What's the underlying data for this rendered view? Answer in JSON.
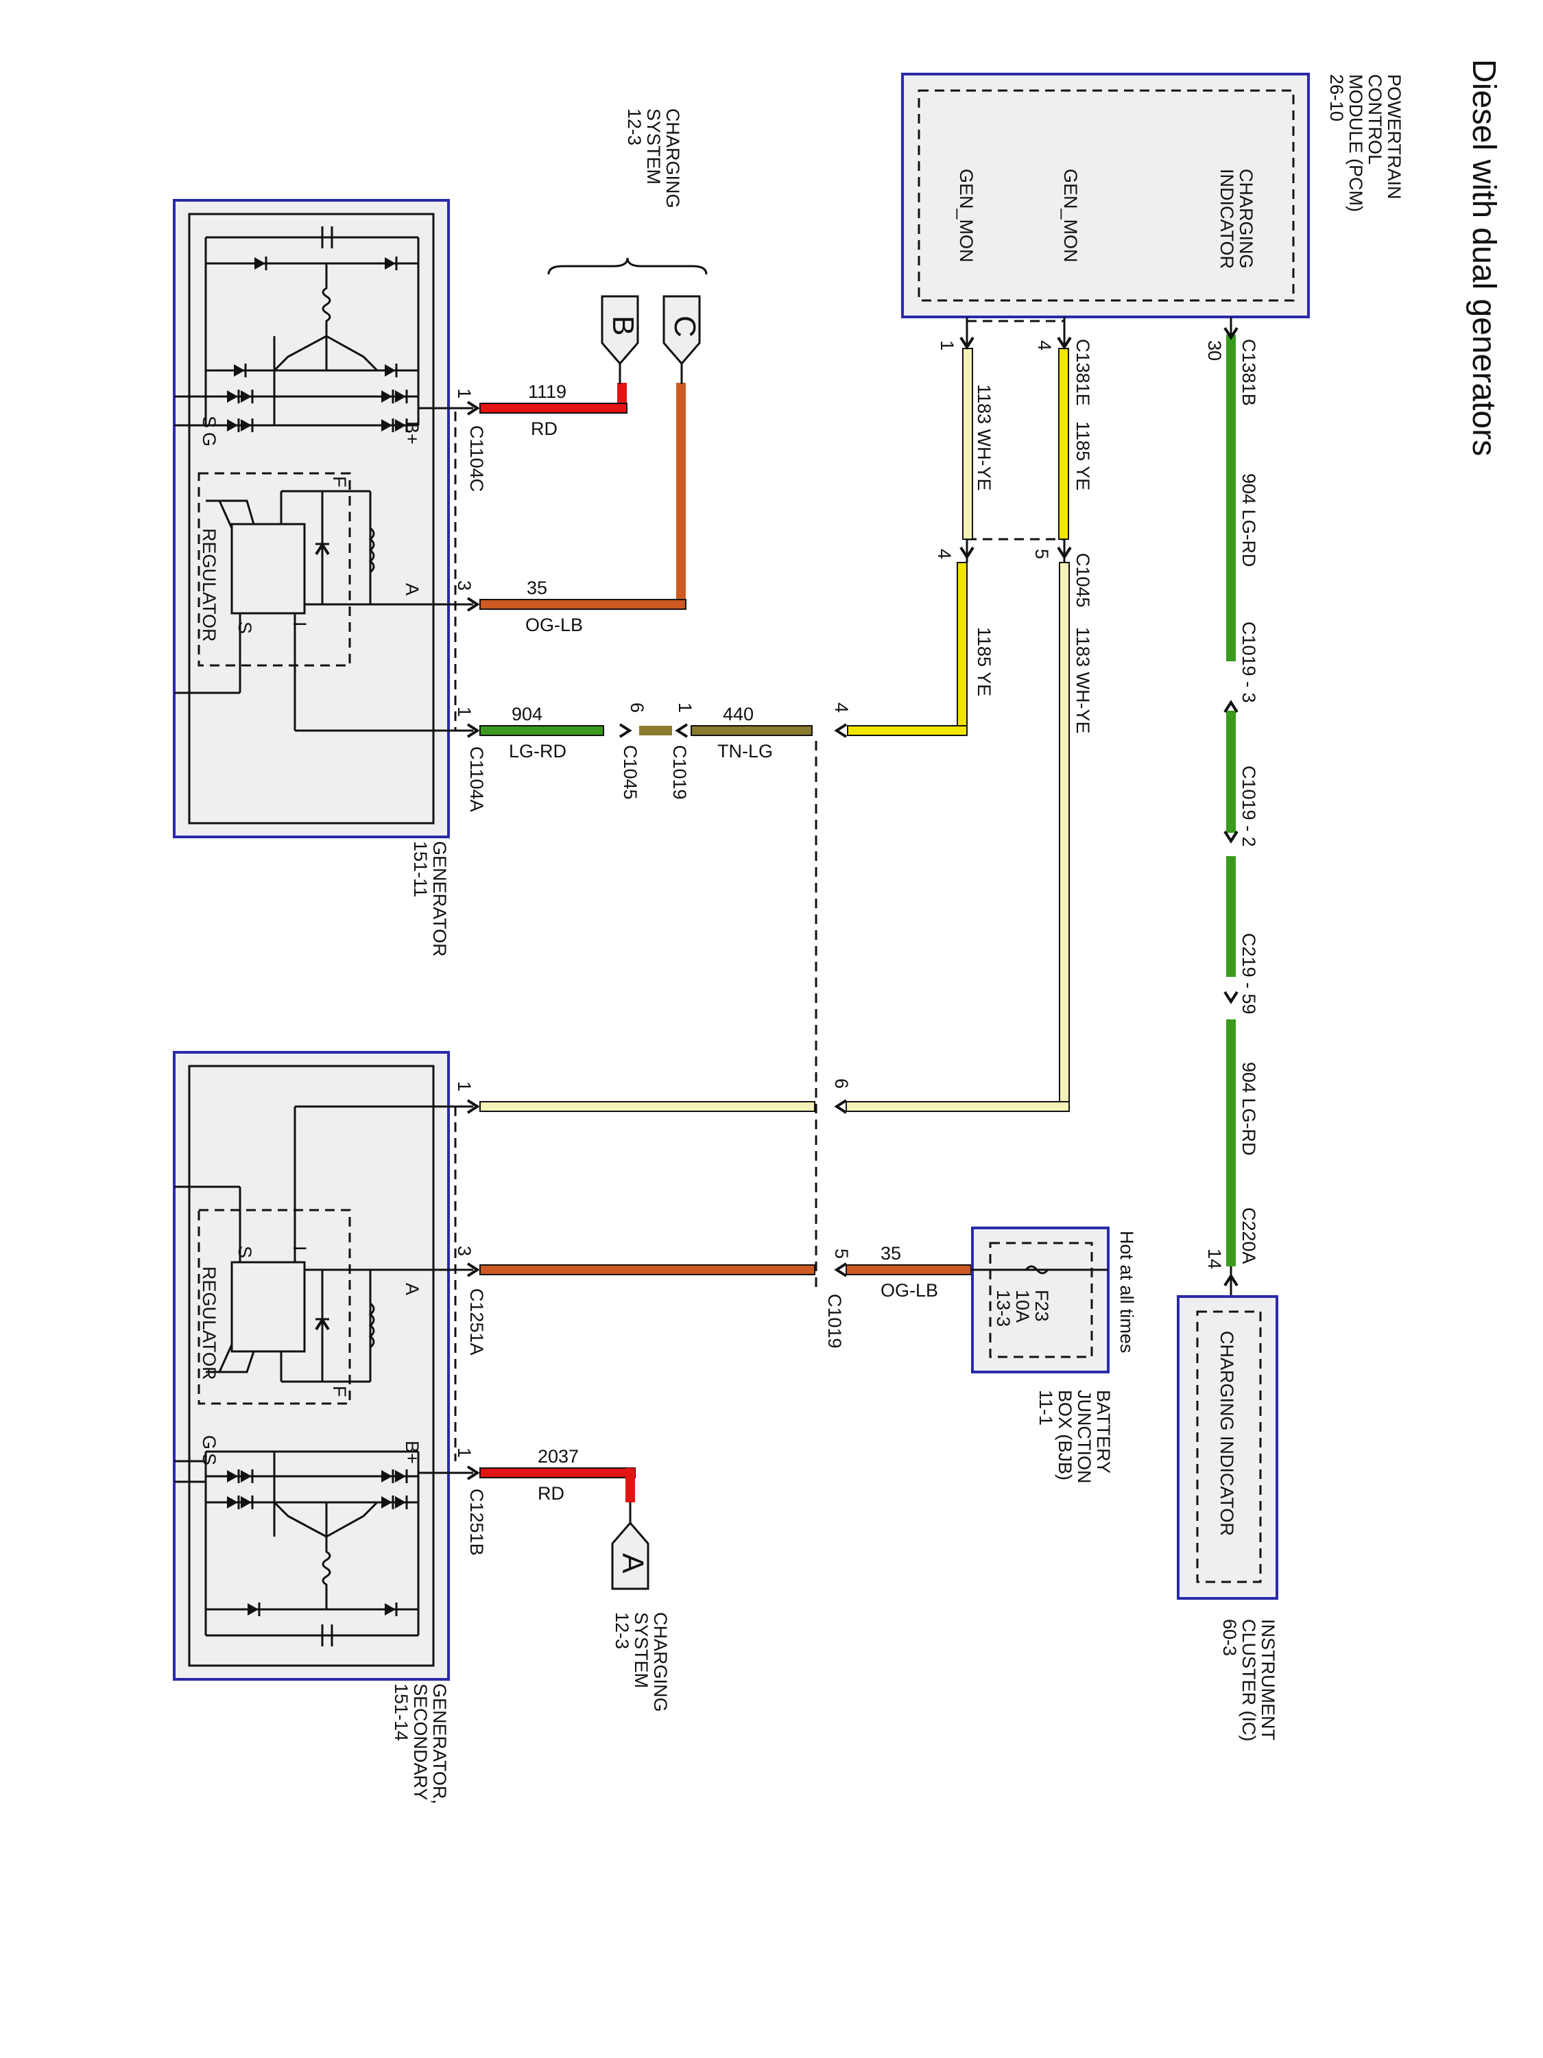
{
  "title": "Diesel with dual generators",
  "pcm": {
    "name_lines": [
      "POWERTRAIN",
      "CONTROL",
      "MODULE (PCM)",
      "26-10"
    ],
    "pins": [
      "CHARGING INDICATOR",
      "GEN_MON",
      "GEN_MON"
    ]
  },
  "cluster": {
    "name_lines": [
      "INSTRUMENT",
      "CLUSTER (IC)",
      "60-3"
    ],
    "inner": "CHARGING INDICATOR"
  },
  "bjb": {
    "name_lines": [
      "BATTERY",
      "JUNCTION",
      "BOX (BJB)",
      "11-1"
    ],
    "hot": "Hot at all times",
    "fuse_lines": [
      "F23",
      "10A",
      "13-3"
    ]
  },
  "gen1": {
    "name_lines": [
      "GENERATOR",
      "151-11"
    ],
    "regulator": "REGULATOR"
  },
  "gen2": {
    "name_lines": [
      "GENERATOR,",
      "SECONDARY",
      "151-14"
    ],
    "regulator": "REGULATOR"
  },
  "charging_top": {
    "name_lines": [
      "CHARGING",
      "SYSTEM",
      "12-3"
    ],
    "tags": [
      "B",
      "C"
    ]
  },
  "charging_bottom": {
    "name_lines": [
      "CHARGING",
      "SYSTEM",
      "12-3"
    ],
    "tag": "A"
  },
  "connectors": {
    "c1381b": "C1381B",
    "c1381e": "C1381E",
    "c1045": "C1045",
    "c1019_3": "C1019  -  3",
    "c1019_2": "C1019  -  2",
    "c219": "C219  -  59",
    "c220a": "C220A",
    "c1104c": "C1104C",
    "c1104a": "C1104A",
    "c1045b": "C1045",
    "c1019b": "C1019",
    "c1019c": "C1019",
    "c1251a": "C1251A",
    "c1251b": "C1251B"
  },
  "pins": {
    "p30": "30",
    "p4": "4",
    "p1": "1",
    "p5": "5",
    "p4b": "4",
    "p14": "14",
    "g1_1": "1",
    "g1_3": "3",
    "g1_1b": "1",
    "p6": "6",
    "p1c": "1",
    "p4c": "4",
    "p6b": "6",
    "p5b": "5",
    "g2_1": "1",
    "g2_3": "3",
    "g2_1b": "1"
  },
  "wires": {
    "w904_top": "904   LG-RD",
    "w904_bot": "904   LG-RD",
    "w1185_a": "1185   YE",
    "w1183_a": "1183   WH-YE",
    "w1183_b": "1183   WH-YE",
    "w1185_b": "1185   YE",
    "w1119": "1119",
    "w1119c": "RD",
    "w35": "35",
    "w35c": "OG-LB",
    "w904g": "904",
    "w904gc": "LG-RD",
    "w440": "440",
    "w440c": "TN-LG",
    "w35b": "35",
    "w35bc": "OG-LB",
    "w2037": "2037",
    "w2037c": "RD"
  },
  "terminals": {
    "b_plus": "B+",
    "sig": "S",
    "g": "G",
    "a": "A",
    "s": "S",
    "i": "I",
    "f": "F",
    "b_plus2": "B+",
    "sig2": "S",
    "g2": "G",
    "a2": "A",
    "s2": "S",
    "i2": "I",
    "f2": "F"
  },
  "colors": {
    "green": "#3a9a1e",
    "yellow": "#f2e600",
    "pale_yellow": "#f6f2b8",
    "orange": "#cc5a22",
    "red": "#e31414",
    "tan": "#8a7a2e",
    "frame": "#2a2aa8",
    "box": "#efeff1"
  }
}
